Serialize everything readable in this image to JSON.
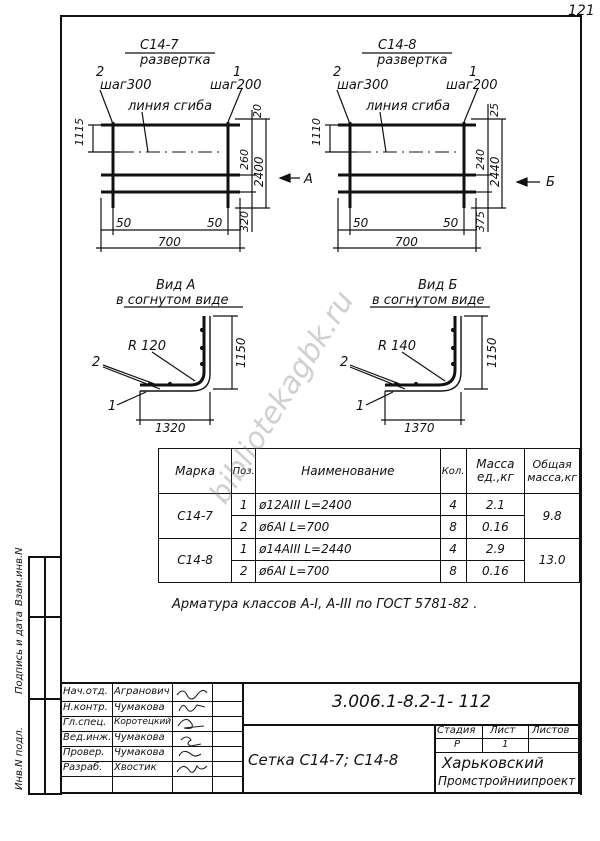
{
  "page_number": "121",
  "left_drawing": {
    "title": "С14-7",
    "subtitle": "развертка",
    "marker_left": "2",
    "marker_right": "1",
    "step_left": "шаг300",
    "step_right": "шаг200",
    "bend_line": "линия сгиба",
    "dim_left": "1115",
    "dim_top": "20",
    "dim_mid": "260",
    "dim_total": "2400",
    "dim_bottom": "320",
    "dim_a": "50",
    "dim_b": "50",
    "dim_width": "700",
    "arrow_label": "A"
  },
  "right_drawing": {
    "title": "С14-8",
    "subtitle": "развертка",
    "marker_left": "2",
    "marker_right": "1",
    "step_left": "шаг300",
    "step_right": "шаг200",
    "bend_line": "линия сгиба",
    "dim_left": "1110",
    "dim_top": "25",
    "dim_mid": "240",
    "dim_total": "2440",
    "dim_bottom": "375",
    "dim_a": "50",
    "dim_b": "50",
    "dim_width": "700",
    "arrow_label": "Б"
  },
  "view_a": {
    "title": "Вид А",
    "subtitle": "в согнутом виде",
    "radius": "R 120",
    "height": "1150",
    "length": "1320",
    "marker_2": "2",
    "marker_1": "1"
  },
  "view_b": {
    "title": "Вид Б",
    "subtitle": "в согнутом виде",
    "radius": "R 140",
    "height": "1150",
    "length": "1370",
    "marker_2": "2",
    "marker_1": "1"
  },
  "table": {
    "headers": {
      "mark": "Марка",
      "pos": "Поз.",
      "name": "Наименование",
      "qty": "Кол.",
      "unit_mass": "Масса ед.,кг",
      "total_mass": "Общая масса,кг"
    },
    "rows": [
      {
        "mark": "С14-7",
        "pos": "1",
        "name": "ø12АIII  L=2400",
        "qty": "4",
        "mass": "2.1",
        "total": "9.8"
      },
      {
        "mark": "",
        "pos": "2",
        "name": "ø6АI      L=700",
        "qty": "8",
        "mass": "0.16",
        "total": ""
      },
      {
        "mark": "С14-8",
        "pos": "1",
        "name": "ø14АIII  L=2440",
        "qty": "4",
        "mass": "2.9",
        "total": "13.0"
      },
      {
        "mark": "",
        "pos": "2",
        "name": "ø6АI      L=700",
        "qty": "8",
        "mass": "0.16",
        "total": ""
      }
    ]
  },
  "note": "Арматура классов А-I, А-III по ГОСТ 5781-82 .",
  "side_strip": {
    "inv_podl": "Инв.N подл.",
    "sign_date": "Подпись и дата",
    "vzam": "Взам.инв.N"
  },
  "stamp": {
    "doc_code": "3.006.1-8.2-1- 112",
    "title": "Сетка  С14-7;  С14-8",
    "org_line1": "Харьковский",
    "org_line2": "Промстройниипроект",
    "stage_h": "Стадия",
    "sheet_h": "Лист",
    "sheets_h": "Листов",
    "stage": "Р",
    "sheet": "1",
    "roles": [
      {
        "role": "Нач.отд.",
        "name": "Агранович"
      },
      {
        "role": "Н.контр.",
        "name": "Чумакова"
      },
      {
        "role": "Гл.спец.",
        "name": "Коротецкий"
      },
      {
        "role": "Вед.инж.",
        "name": "Чумакова"
      },
      {
        "role": "Провер.",
        "name": "Чумакова"
      },
      {
        "role": "Разраб.",
        "name": "Хвостик"
      }
    ]
  },
  "watermark": "bibliotekagbk.ru"
}
